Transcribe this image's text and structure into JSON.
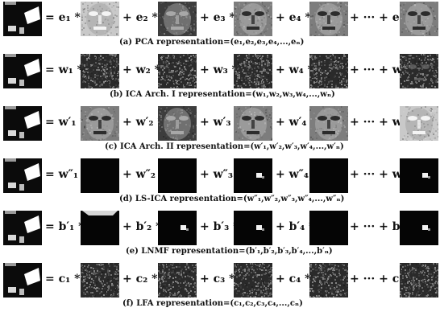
{
  "rows": [
    {
      "id": "pca",
      "caption": "(a) PCA representation=(e₁,e₂,e₃,e₄,...,eₙ)",
      "terms": [
        "= e₁ *",
        "+ e₂ *",
        "+ e₃ *",
        "+ e₄ *",
        "+ ··· + eₙ *"
      ],
      "basis_style": [
        "face-light",
        "face-dark",
        "face-gray",
        "face-gray",
        "face-gray"
      ]
    },
    {
      "id": "ica1",
      "caption": "(b) ICA Arch. I representation=(w₁,w₂,w₃,w₄,...,wₙ)",
      "terms": [
        "= w₁ *",
        "+ w₂ *",
        "+ w₃ *",
        "+ w₄ *",
        "+ ··· + wₙ *"
      ],
      "basis_style": [
        "noise",
        "noise",
        "noise",
        "noise",
        "noise-face"
      ]
    },
    {
      "id": "ica2",
      "caption": "(c) ICA Arch. II representation=(w′₁,w′₂,w′₃,w′₄,...,w′ₙ)",
      "terms": [
        "= w′₁ *",
        "+ w′₂ *",
        "+ w′₃ *",
        "+ w′₄ *",
        "+ ··· + w′ₙ *"
      ],
      "basis_style": [
        "face-gray",
        "face-dark",
        "face-gray",
        "face-gray",
        "face-light"
      ]
    },
    {
      "id": "lsica",
      "caption": "(d) LS-ICA representation=(w″₁,w″₂,w″₃,w″₄,...,w″ₙ)",
      "terms": [
        "= w″₁ *",
        "+ w″₂ *",
        "+ w″₃ *",
        "+ w″₄ *",
        "+ ··· + w″ₙ *"
      ],
      "basis_style": [
        "dark",
        "dark",
        "dark-spot",
        "dark",
        "dark-spot"
      ]
    },
    {
      "id": "lnmf",
      "caption": "(e) LNMF representation=(b′₁,b′₂,b′₃,b′₄,...,b′ₙ)",
      "terms": [
        "= b′₁ *",
        "+ b′₂ *",
        "+ b′₃ *",
        "+ b′₄ *",
        "+ ··· + b′ₙ *"
      ],
      "basis_style": [
        "dark-top",
        "dark-spot",
        "dark-spot",
        "dark",
        "dark-spot"
      ]
    },
    {
      "id": "lfa",
      "caption": "(f) LFA representation=(c₁,c₂,c₃,c₄,...,cₙ)",
      "terms": [
        "= c₁ *",
        "+ c₂ *",
        "+ c₃ *",
        "+ c₄ *",
        "+ ··· + cₙ *"
      ],
      "basis_style": [
        "noise",
        "noise",
        "noise",
        "noise",
        "noise"
      ]
    }
  ]
}
